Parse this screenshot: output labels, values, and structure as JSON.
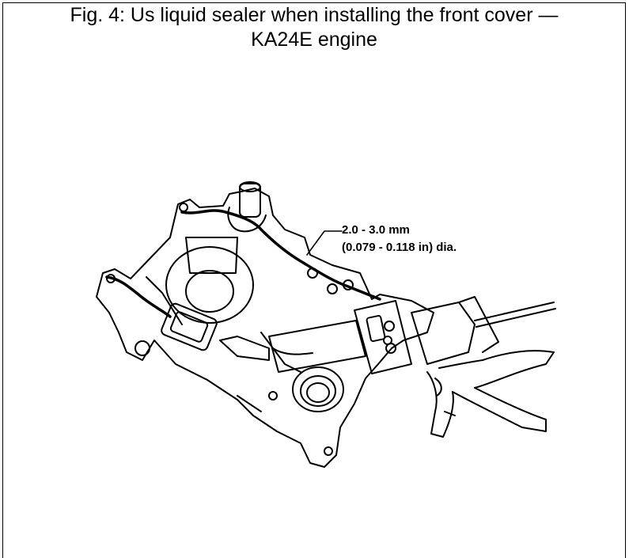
{
  "figure": {
    "caption_line1": "Fig. 4: Us liquid sealer when installing the front cover —",
    "caption_line2": "KA24E engine",
    "callout_line1": "2.0 - 3.0 mm",
    "callout_line2": "(0.079 - 0.118 in) dia."
  }
}
